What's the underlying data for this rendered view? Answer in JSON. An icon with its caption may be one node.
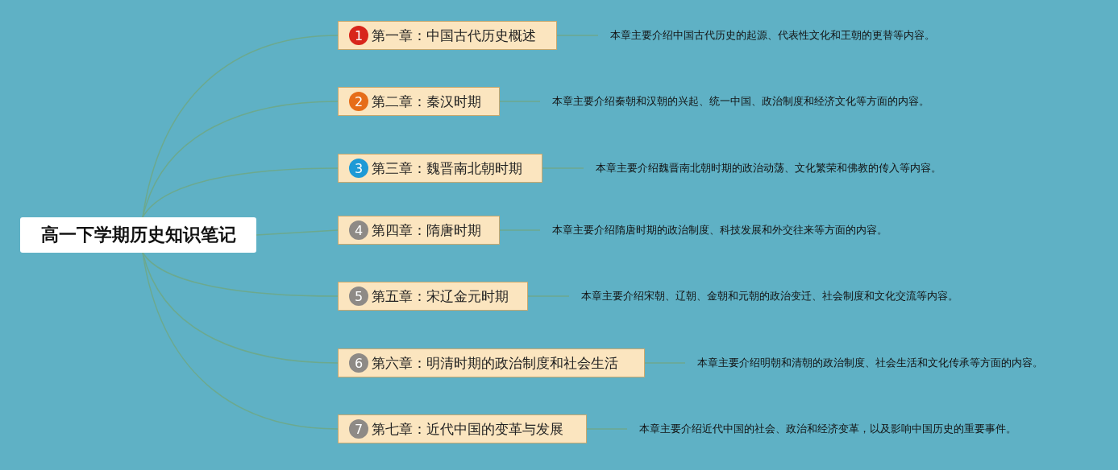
{
  "diagram": {
    "nodes": [
      {
        "text": [
          "高一下学期历史知识笔记"
        ]
      },
      {
        "text": [
          "1",
          "第一章：中国古代历史概述"
        ]
      },
      {
        "text": [
          "2",
          "第二章：秦汉时期"
        ]
      },
      {
        "text": [
          "3",
          "第三章：魏晋南北朝时期"
        ]
      },
      {
        "text": [
          "4",
          "第四章：隋唐时期"
        ]
      },
      {
        "text": [
          "5",
          "第五章：宋辽金元时期"
        ]
      },
      {
        "text": [
          "6",
          "第六章：明清时期的政治制度和社会生活"
        ]
      },
      {
        "text": [
          "7",
          "第七章：近代中国的变革与发展"
        ]
      },
      {
        "text": [
          "本章主要介绍中国古代历史的起源、代表性文化和王朝的更替等内容。"
        ]
      },
      {
        "text": [
          "本章主要介绍秦朝和汉朝的兴起、统一中国、政治制度和经济文化等方面的内容。"
        ]
      },
      {
        "text": [
          "本章主要介绍魏晋南北朝时期的政治动荡、文化繁荣和佛教的传入等内容。"
        ]
      },
      {
        "text": [
          "本章主要介绍隋唐时期的政治制度、科技发展和外交往来等方面的内容。"
        ]
      },
      {
        "text": [
          "本章主要介绍宋朝、辽朝、金朝和元朝的政治变迁、社会制度和文化交流等内容。"
        ]
      },
      {
        "text": [
          "本章主要介绍明朝和清朝的政治制度、社会生活和文化传承等方面的内容。"
        ]
      },
      {
        "text": [
          "本章主要介绍近代中国的社会、政治和经济变革，以及影响中国历史的重要事件。"
        ]
      }
    ],
    "edges": [
      {
        "from": 0,
        "to": 1,
        "arrow": "none"
      },
      {
        "from": 0,
        "to": 2,
        "arrow": "none"
      },
      {
        "from": 0,
        "to": 3,
        "arrow": "none"
      },
      {
        "from": 0,
        "to": 4,
        "arrow": "none"
      },
      {
        "from": 0,
        "to": 5,
        "arrow": "none"
      },
      {
        "from": 0,
        "to": 6,
        "arrow": "none"
      },
      {
        "from": 0,
        "to": 7,
        "arrow": "none"
      },
      {
        "from": 1,
        "to": 8,
        "arrow": "none"
      },
      {
        "from": 2,
        "to": 9,
        "arrow": "none"
      },
      {
        "from": 3,
        "to": 10,
        "arrow": "none"
      },
      {
        "from": 4,
        "to": 11,
        "arrow": "none"
      },
      {
        "from": 5,
        "to": 12,
        "arrow": "none"
      },
      {
        "from": 6,
        "to": 13,
        "arrow": "none"
      },
      {
        "from": 7,
        "to": 14,
        "arrow": "none"
      }
    ]
  }
}
